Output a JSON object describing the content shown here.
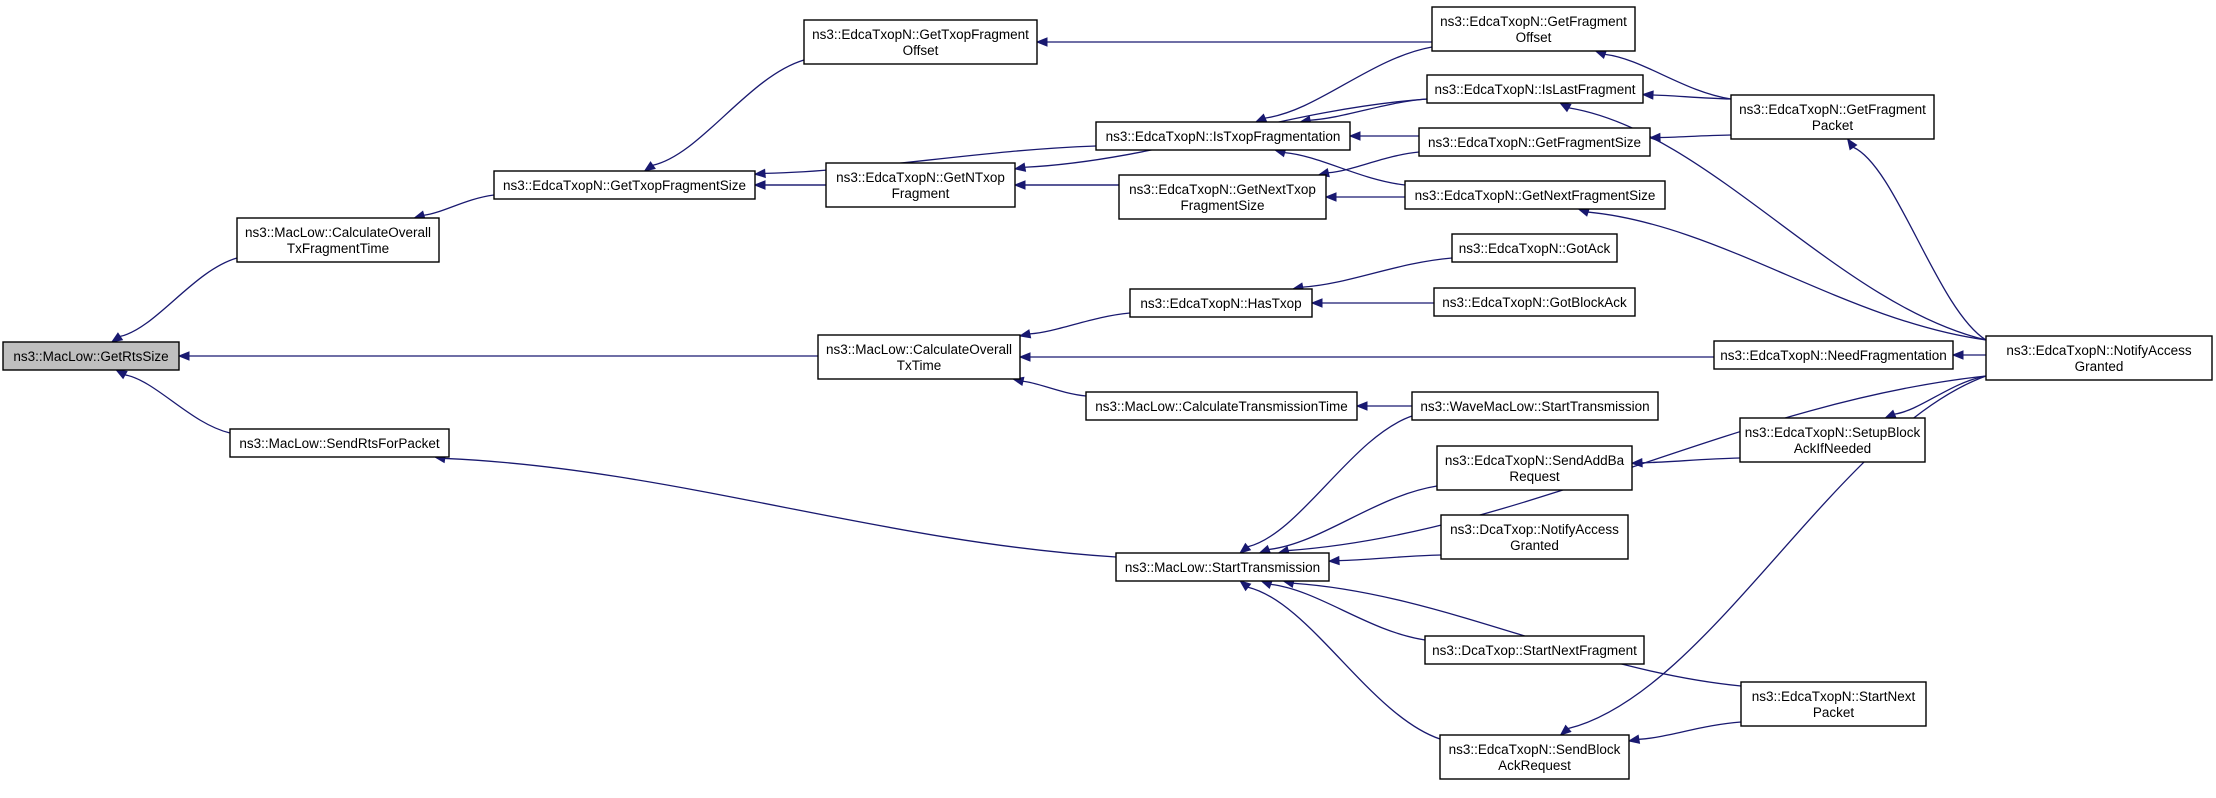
{
  "graph": {
    "edge_color": "#191970",
    "root_fill": "#bfbfbf",
    "nodes": [
      {
        "id": "getRtsSize",
        "lines": [
          "ns3::MacLow::GetRtsSize"
        ],
        "root": true
      },
      {
        "id": "calcOverallTxFragmentTime",
        "lines": [
          "ns3::MacLow::CalculateOverall",
          "TxFragmentTime"
        ]
      },
      {
        "id": "sendRtsForPacket",
        "lines": [
          "ns3::MacLow::SendRtsForPacket"
        ]
      },
      {
        "id": "getTxopFragmentSize",
        "lines": [
          "ns3::EdcaTxopN::GetTxopFragmentSize"
        ]
      },
      {
        "id": "getTxopFragmentOffset",
        "lines": [
          "ns3::EdcaTxopN::GetTxopFragment",
          "Offset"
        ]
      },
      {
        "id": "getNTxopFragment",
        "lines": [
          "ns3::EdcaTxopN::GetNTxop",
          "Fragment"
        ]
      },
      {
        "id": "calcOverallTxTime",
        "lines": [
          "ns3::MacLow::CalculateOverall",
          "TxTime"
        ]
      },
      {
        "id": "isTxopFragmentation",
        "lines": [
          "ns3::EdcaTxopN::IsTxopFragmentation"
        ]
      },
      {
        "id": "getNextTxopFragmentSize",
        "lines": [
          "ns3::EdcaTxopN::GetNextTxop",
          "FragmentSize"
        ]
      },
      {
        "id": "hasTxop",
        "lines": [
          "ns3::EdcaTxopN::HasTxop"
        ]
      },
      {
        "id": "calcTransmissionTime",
        "lines": [
          "ns3::MacLow::CalculateTransmissionTime"
        ]
      },
      {
        "id": "startTransmission",
        "lines": [
          "ns3::MacLow::StartTransmission"
        ]
      },
      {
        "id": "getFragmentOffset",
        "lines": [
          "ns3::EdcaTxopN::GetFragment",
          "Offset"
        ]
      },
      {
        "id": "isLastFragment",
        "lines": [
          "ns3::EdcaTxopN::IsLastFragment"
        ]
      },
      {
        "id": "getFragmentSize",
        "lines": [
          "ns3::EdcaTxopN::GetFragmentSize"
        ]
      },
      {
        "id": "getNextFragmentSize",
        "lines": [
          "ns3::EdcaTxopN::GetNextFragmentSize"
        ]
      },
      {
        "id": "gotAck",
        "lines": [
          "ns3::EdcaTxopN::GotAck"
        ]
      },
      {
        "id": "gotBlockAck",
        "lines": [
          "ns3::EdcaTxopN::GotBlockAck"
        ]
      },
      {
        "id": "waveStartTransmission",
        "lines": [
          "ns3::WaveMacLow::StartTransmission"
        ]
      },
      {
        "id": "sendAddBaRequest",
        "lines": [
          "ns3::EdcaTxopN::SendAddBa",
          "Request"
        ]
      },
      {
        "id": "dcaNotifyAccessGranted",
        "lines": [
          "ns3::DcaTxop::NotifyAccess",
          "Granted"
        ]
      },
      {
        "id": "dcaStartNextFragment",
        "lines": [
          "ns3::DcaTxop::StartNextFragment"
        ]
      },
      {
        "id": "sendBlockAckRequest",
        "lines": [
          "ns3::EdcaTxopN::SendBlock",
          "AckRequest"
        ]
      },
      {
        "id": "getFragmentPacket",
        "lines": [
          "ns3::EdcaTxopN::GetFragment",
          "Packet"
        ]
      },
      {
        "id": "needFragmentation",
        "lines": [
          "ns3::EdcaTxopN::NeedFragmentation"
        ]
      },
      {
        "id": "setupBlockAckIfNeeded",
        "lines": [
          "ns3::EdcaTxopN::SetupBlock",
          "AckIfNeeded"
        ]
      },
      {
        "id": "startNextPacket",
        "lines": [
          "ns3::EdcaTxopN::StartNext",
          "Packet"
        ]
      },
      {
        "id": "notifyAccessGranted",
        "lines": [
          "ns3::EdcaTxopN::NotifyAccess",
          "Granted"
        ]
      }
    ],
    "edges": [
      {
        "from": "calcOverallTxFragmentTime",
        "to": "getRtsSize"
      },
      {
        "from": "calcOverallTxTime",
        "to": "getRtsSize"
      },
      {
        "from": "sendRtsForPacket",
        "to": "getRtsSize"
      },
      {
        "from": "getTxopFragmentSize",
        "to": "calcOverallTxFragmentTime"
      },
      {
        "from": "getTxopFragmentOffset",
        "to": "getTxopFragmentSize"
      },
      {
        "from": "getNTxopFragment",
        "to": "getTxopFragmentSize"
      },
      {
        "from": "isTxopFragmentation",
        "to": "getTxopFragmentSize"
      },
      {
        "from": "getNextTxopFragmentSize",
        "to": "getTxopFragmentSize"
      },
      {
        "from": "getFragmentOffset",
        "to": "getTxopFragmentOffset"
      },
      {
        "from": "isLastFragment",
        "to": "getNTxopFragment"
      },
      {
        "from": "getNextTxopFragmentSize",
        "to": "getNTxopFragment"
      },
      {
        "from": "getFragmentOffset",
        "to": "isTxopFragmentation"
      },
      {
        "from": "isLastFragment",
        "to": "isTxopFragmentation"
      },
      {
        "from": "getFragmentSize",
        "to": "isTxopFragmentation"
      },
      {
        "from": "getNextFragmentSize",
        "to": "isTxopFragmentation"
      },
      {
        "from": "getFragmentSize",
        "to": "getNextTxopFragmentSize"
      },
      {
        "from": "getNextFragmentSize",
        "to": "getNextTxopFragmentSize"
      },
      {
        "from": "getFragmentPacket",
        "to": "getFragmentOffset"
      },
      {
        "from": "getFragmentPacket",
        "to": "isLastFragment"
      },
      {
        "from": "notifyAccessGranted",
        "to": "isLastFragment"
      },
      {
        "from": "getFragmentPacket",
        "to": "getFragmentSize"
      },
      {
        "from": "notifyAccessGranted",
        "to": "getFragmentPacket"
      },
      {
        "from": "notifyAccessGranted",
        "to": "getNextFragmentSize"
      },
      {
        "from": "hasTxop",
        "to": "calcOverallTxTime"
      },
      {
        "from": "needFragmentation",
        "to": "calcOverallTxTime"
      },
      {
        "from": "calcTransmissionTime",
        "to": "calcOverallTxTime"
      },
      {
        "from": "gotAck",
        "to": "hasTxop"
      },
      {
        "from": "gotBlockAck",
        "to": "hasTxop"
      },
      {
        "from": "notifyAccessGranted",
        "to": "needFragmentation"
      },
      {
        "from": "waveStartTransmission",
        "to": "calcTransmissionTime"
      },
      {
        "from": "startTransmission",
        "to": "sendRtsForPacket"
      },
      {
        "from": "waveStartTransmission",
        "to": "startTransmission"
      },
      {
        "from": "sendAddBaRequest",
        "to": "startTransmission"
      },
      {
        "from": "dcaNotifyAccessGranted",
        "to": "startTransmission"
      },
      {
        "from": "notifyAccessGranted",
        "to": "startTransmission"
      },
      {
        "from": "dcaStartNextFragment",
        "to": "startTransmission"
      },
      {
        "from": "startNextPacket",
        "to": "startTransmission"
      },
      {
        "from": "sendBlockAckRequest",
        "to": "startTransmission"
      },
      {
        "from": "setupBlockAckIfNeeded",
        "to": "sendAddBaRequest"
      },
      {
        "from": "notifyAccessGranted",
        "to": "setupBlockAckIfNeeded"
      },
      {
        "from": "startNextPacket",
        "to": "sendBlockAckRequest"
      },
      {
        "from": "notifyAccessGranted",
        "to": "sendBlockAckRequest"
      }
    ]
  }
}
